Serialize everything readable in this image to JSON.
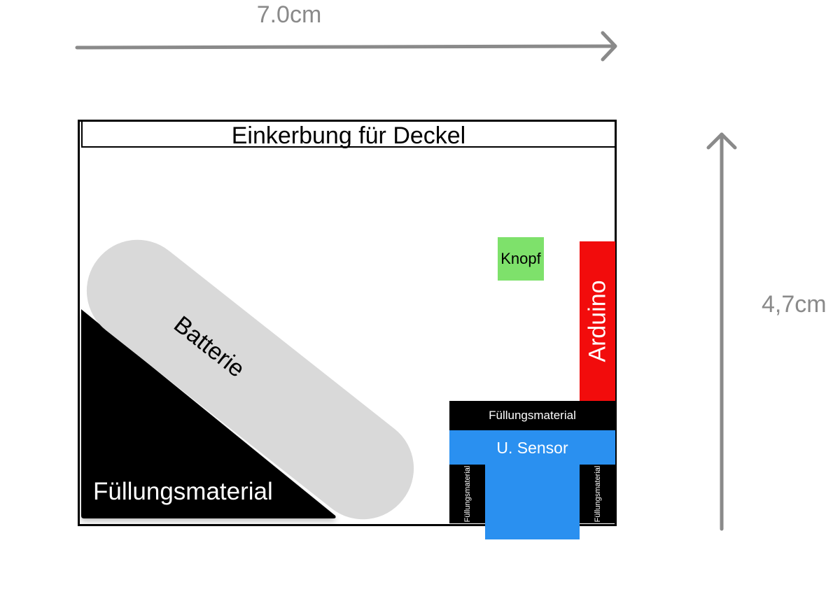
{
  "dimensions": {
    "width_label": "7.0cm",
    "height_label": "4,7cm"
  },
  "box": {
    "lid_label": "Einkerbung für Deckel"
  },
  "components": {
    "battery": "Batterie",
    "button": "Knopf",
    "arduino": "Arduino",
    "sensor": "U. Sensor",
    "filler_main": "Füllungsmaterial",
    "filler_top": "Füllungsmaterial",
    "filler_left": "Füllungsmaterial",
    "filler_right": "Füllungsmaterial"
  },
  "colors": {
    "arrow": "#8a8a8a",
    "battery": "#d9d9d9",
    "button": "#7ee16b",
    "arduino": "#f20c0c",
    "sensor": "#2a90f0",
    "filler": "#000000"
  }
}
